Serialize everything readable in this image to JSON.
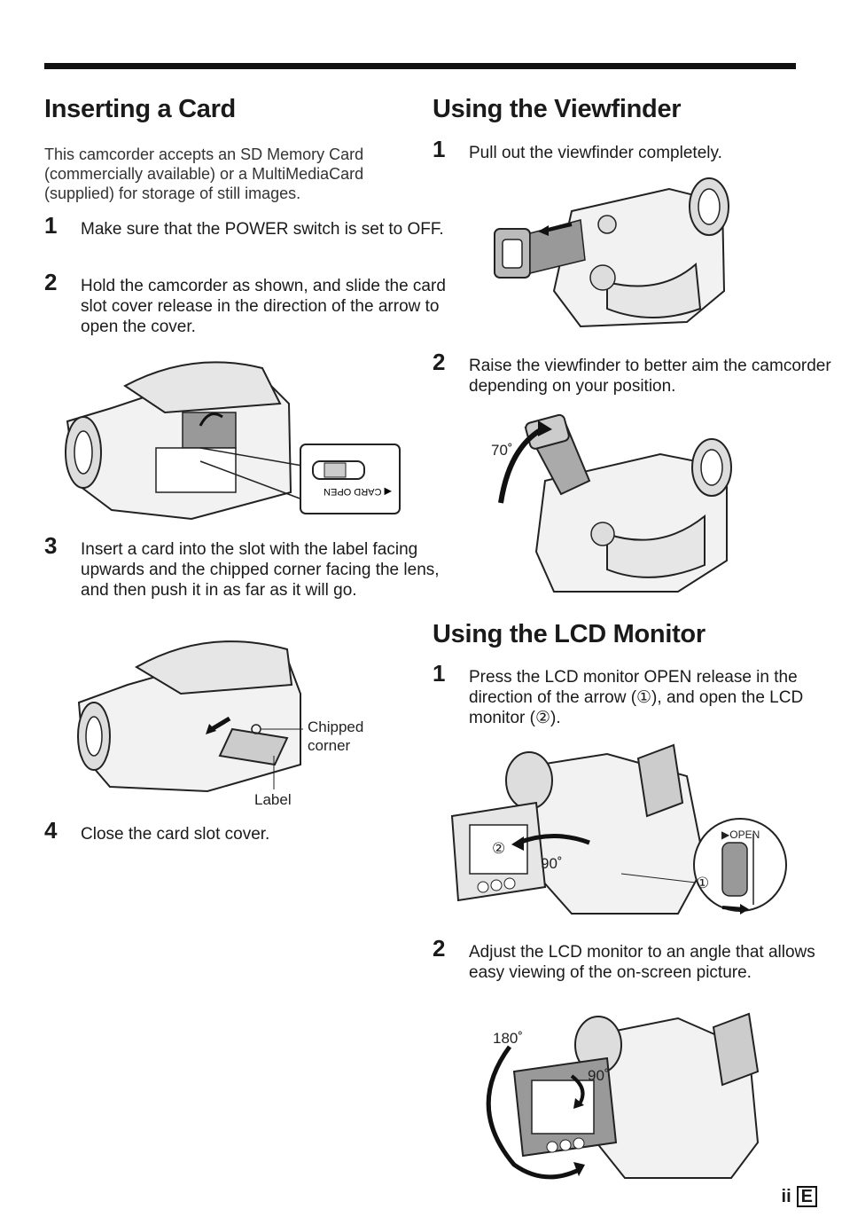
{
  "left": {
    "title": "Inserting a Card",
    "intro": "This camcorder accepts an SD Memory Card (commercially available) or a MultiMediaCard (supplied) for storage of still images.",
    "steps": [
      {
        "num": "1",
        "text": "Make sure that the POWER switch is set to OFF."
      },
      {
        "num": "2",
        "text": "Hold the camcorder as shown, and slide the card slot cover release in the direction of the arrow to open the cover."
      },
      {
        "num": "3",
        "text": "Insert a card into the slot with the label facing upwards and the chipped corner facing the lens, and then push it in as far as it will go."
      },
      {
        "num": "4",
        "text": "Close the card slot cover."
      }
    ],
    "fig1": {
      "card_open": "◀ CARD OPEN"
    },
    "fig2": {
      "chipped": "Chipped",
      "corner": "corner",
      "label": "Label"
    }
  },
  "right": {
    "viewfinder": {
      "title": "Using the Viewfinder",
      "steps": [
        {
          "num": "1",
          "text": "Pull out the viewfinder completely."
        },
        {
          "num": "2",
          "text": "Raise the viewfinder to better aim the camcorder depending on your position."
        }
      ],
      "angle": "70˚"
    },
    "lcd": {
      "title": "Using the LCD Monitor",
      "steps": [
        {
          "num": "1",
          "text": "Press the LCD monitor OPEN release in the direction of the arrow (①), and open the LCD monitor (②)."
        },
        {
          "num": "2",
          "text": "Adjust the LCD monitor to an angle that allows easy viewing of the on-screen picture."
        }
      ],
      "fig1": {
        "circle2": "②",
        "angle": "90˚",
        "open": "▶OPEN",
        "circle1": "①"
      },
      "fig2": {
        "angle180": "180˚",
        "angle90": "90˚"
      }
    }
  },
  "footer": {
    "page": "ii",
    "lang": "E"
  }
}
